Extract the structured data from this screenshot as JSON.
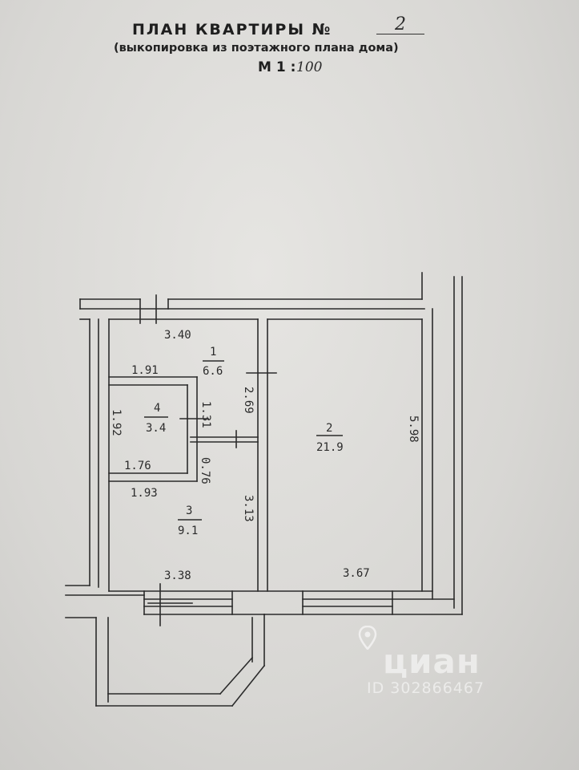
{
  "header": {
    "title": "ПЛАН КВАРТИРЫ №",
    "number": "2",
    "subtitle": "(выкопировка из поэтажного плана дома)",
    "scale_label": "М 1 :",
    "scale_value": "100"
  },
  "rooms": [
    {
      "id": "1",
      "area": "6.6"
    },
    {
      "id": "2",
      "area": "21.9"
    },
    {
      "id": "3",
      "area": "9.1"
    },
    {
      "id": "4",
      "area": "3.4"
    }
  ],
  "dimensions": {
    "top_width": "3.40",
    "bath_width": "1.91",
    "corridor_length": "2.69",
    "bath_height": "1.31",
    "bath_depth": "1.92",
    "bath_inner_width": "1.76",
    "offset": "0.76",
    "kitchen_width_top": "1.93",
    "kitchen_height": "3.13",
    "kitchen_width_bottom": "3.38",
    "room_height": "5.98",
    "room_width": "3.67"
  },
  "watermark": {
    "logo": "циан",
    "id": "ID 302866467"
  },
  "colors": {
    "ink": "#2b2b2b",
    "paper": "#dcdbd8"
  }
}
